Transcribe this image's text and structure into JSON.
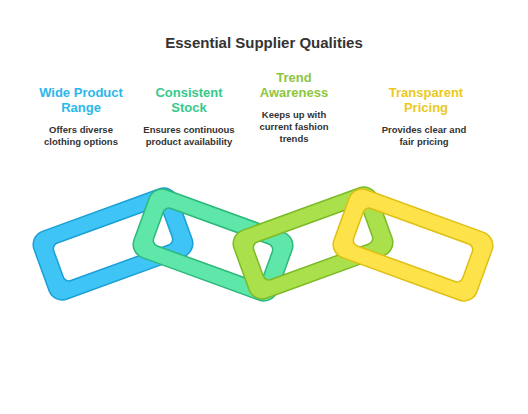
{
  "diagram": {
    "title": "Essential Supplier Qualities",
    "labels": [
      "Wide Product Range",
      "Offers diverse clothing options",
      "Consistent Stock",
      "Ensures continuous product availability",
      "Trend Awareness",
      "Keeps up with current fashion trends",
      "Transparent Pricing",
      "Provides clear and fair pricing"
    ]
  }
}
